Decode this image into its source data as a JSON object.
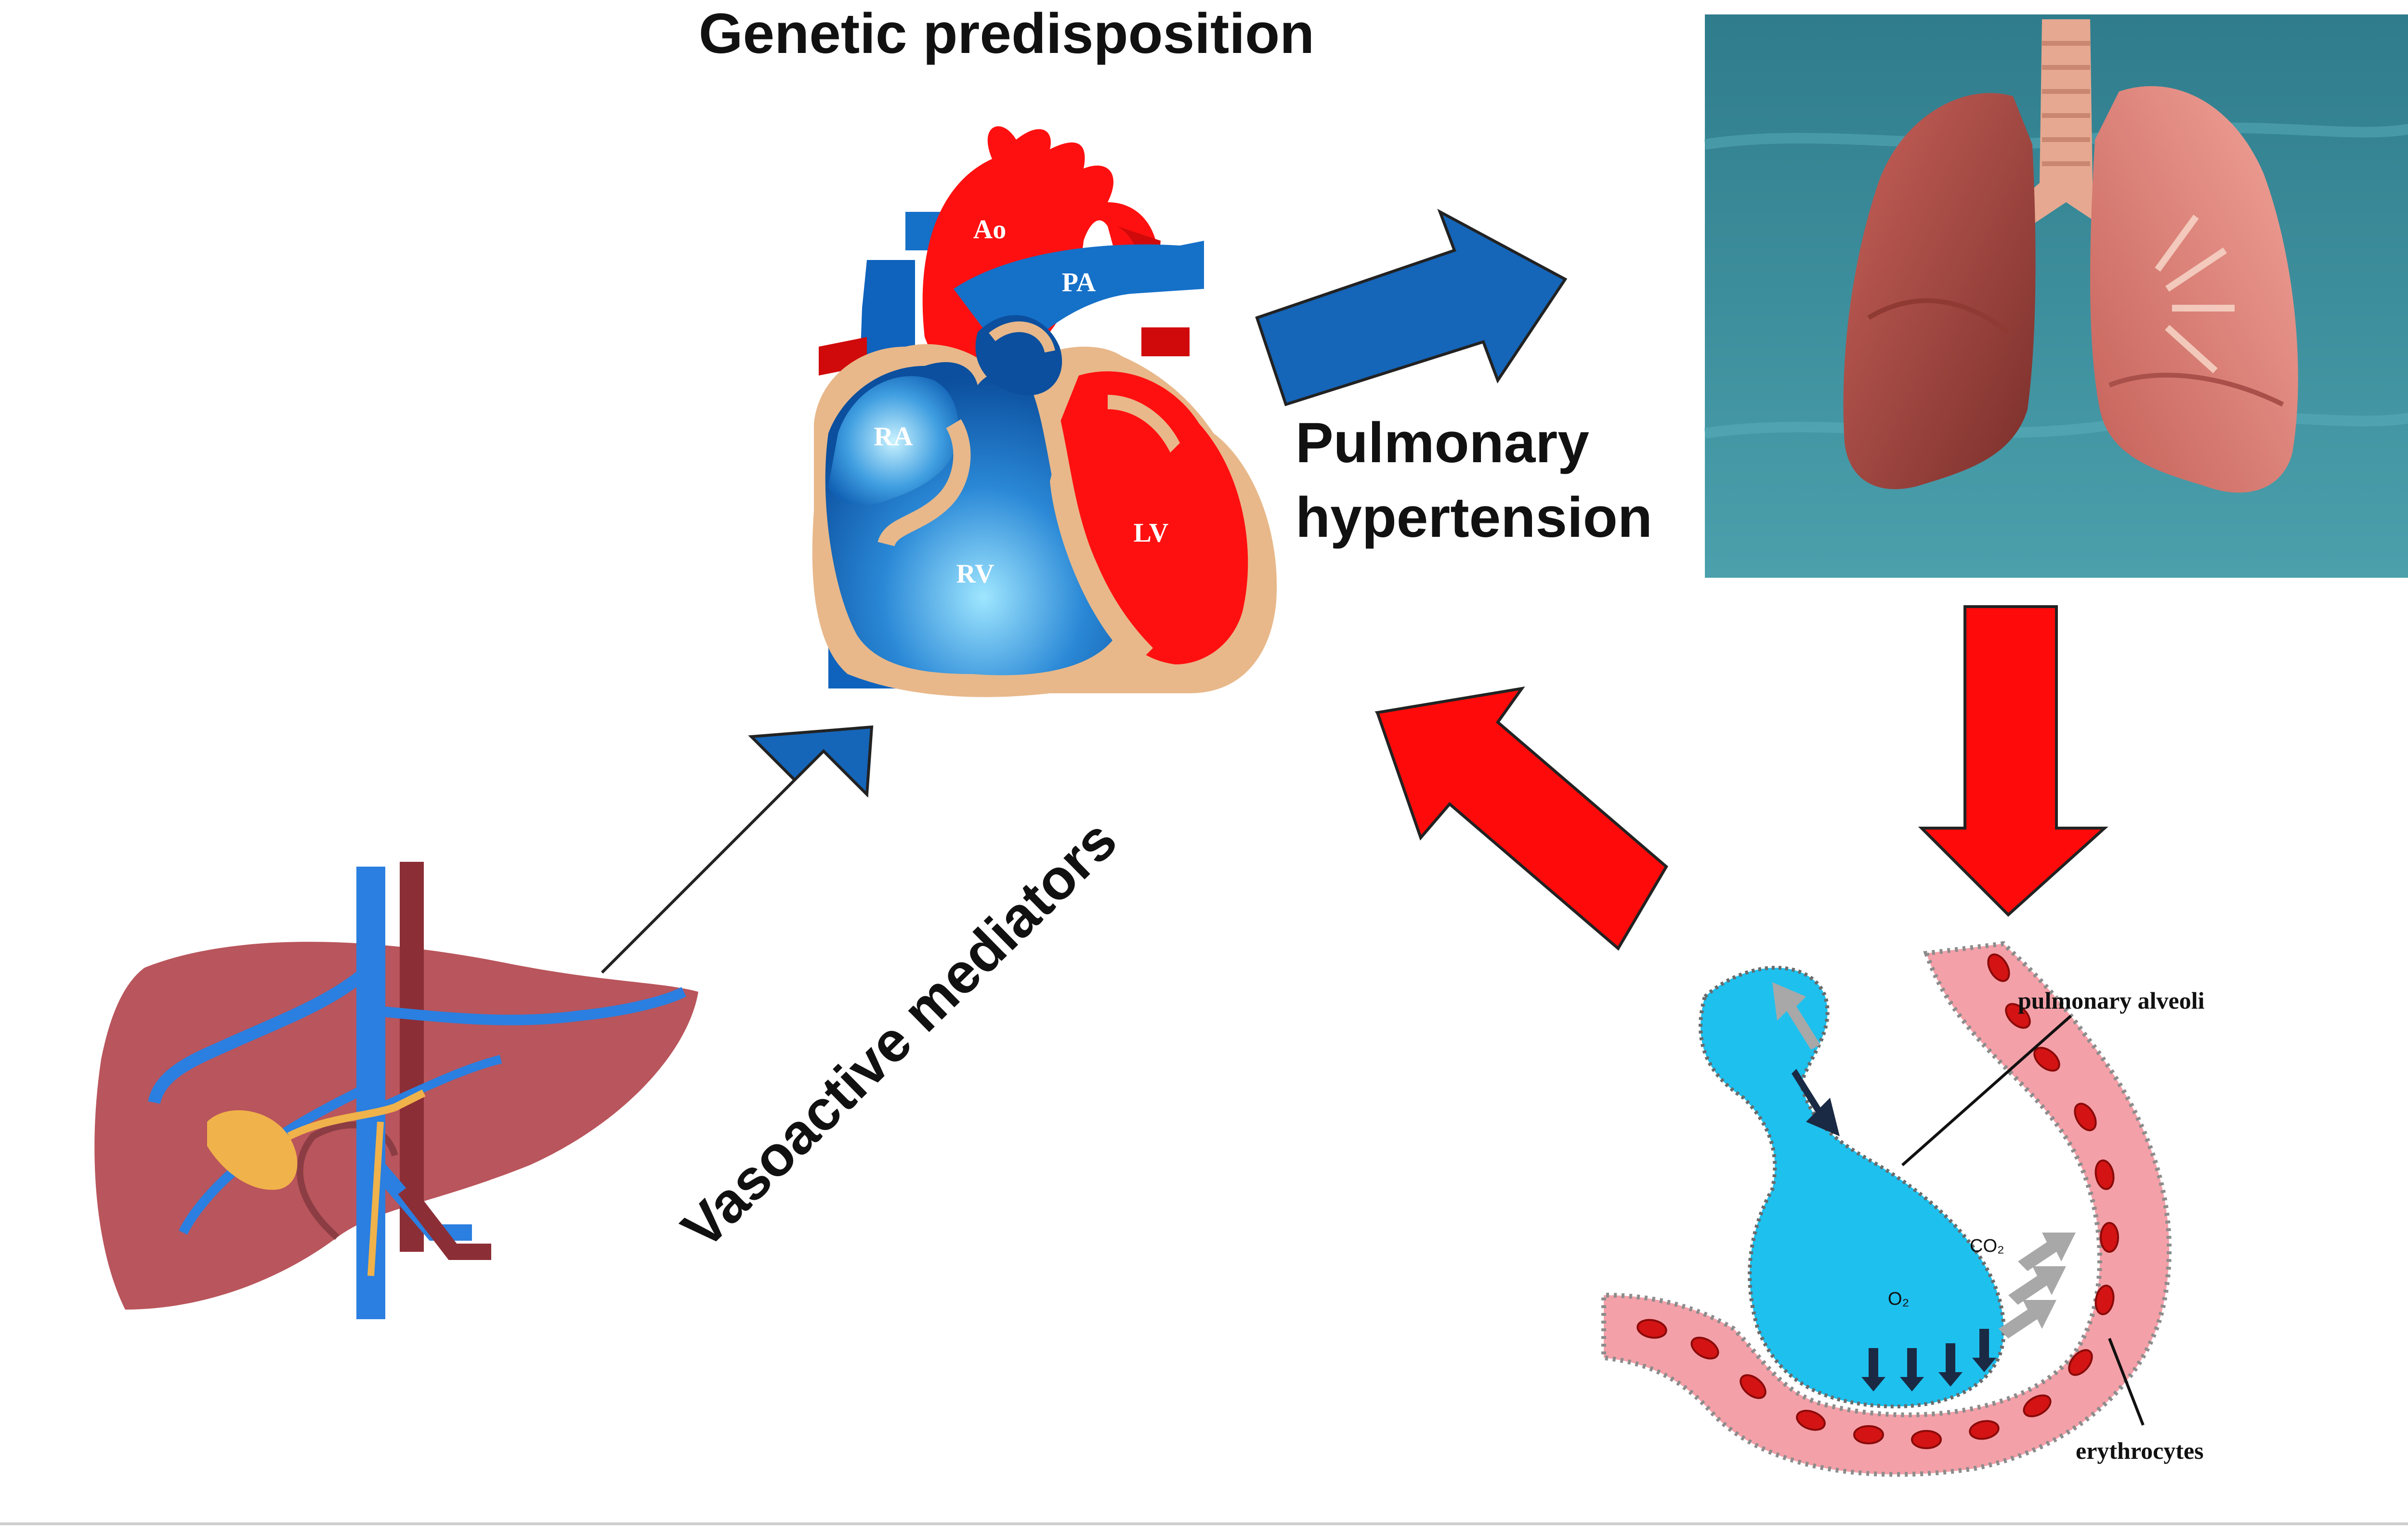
{
  "labels": {
    "genetic": "Genetic predisposition",
    "pulmonary_line1": "Pulmonary",
    "pulmonary_line2": "hypertension",
    "vasoactive": "Vasoactive mediators"
  },
  "heart_labels": {
    "ao": "Ao",
    "pa": "PA",
    "ra": "RA",
    "rv": "RV",
    "lv": "LV"
  },
  "alveoli_labels": {
    "pulmonary_alveoli": "pulmonary alveoli",
    "erythrocytes": "erythrocytes",
    "co2": "CO₂",
    "o2": "O₂"
  },
  "colors": {
    "blue_arrow": "#1565b8",
    "red_arrow": "#ff0a0a",
    "heart_red": "#ff1010",
    "heart_blue": "#1570c8",
    "alveolus": "#1ec0ee",
    "vessel_pink": "#f4a0a8",
    "lung_bg": "#3f8f9c",
    "lung": "#c9665c",
    "liver": "#b9555c"
  }
}
